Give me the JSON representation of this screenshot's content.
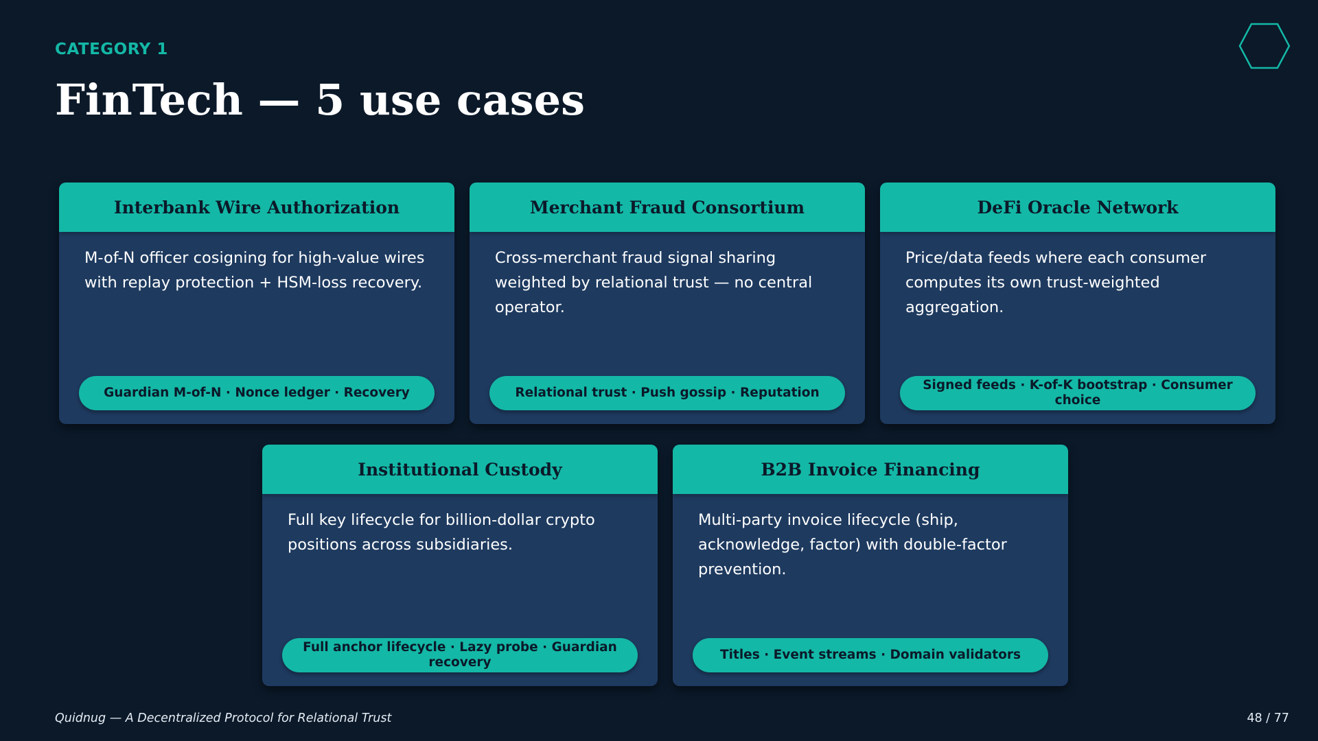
{
  "header": {
    "category": "CATEGORY 1",
    "title": "FinTech — 5 use cases"
  },
  "cards": [
    {
      "title": "Interbank Wire Authorization",
      "description": "M-of-N officer cosigning for high-value wires with replay protection + HSM-loss recovery.",
      "tags": "Guardian M-of-N  ·  Nonce ledger  ·  Recovery"
    },
    {
      "title": "Merchant Fraud Consortium",
      "description": "Cross-merchant fraud signal sharing weighted by relational trust — no central operator.",
      "tags": "Relational trust  ·  Push gossip  ·  Reputation"
    },
    {
      "title": "DeFi Oracle Network",
      "description": "Price/data feeds where each consumer computes its own trust-weighted aggregation.",
      "tags": "Signed feeds  ·  K-of-K bootstrap  ·  Consumer choice"
    },
    {
      "title": "Institutional Custody",
      "description": "Full key lifecycle for billion-dollar crypto positions across subsidiaries.",
      "tags": "Full anchor lifecycle  ·  Lazy probe  ·  Guardian recovery"
    },
    {
      "title": "B2B Invoice Financing",
      "description": "Multi-party invoice lifecycle (ship, acknowledge, factor) with double-factor prevention.",
      "tags": "Titles  ·  Event streams  ·  Domain validators"
    }
  ],
  "footer": {
    "left": "Quidnug — A Decentralized Protocol for Relational Trust",
    "right": "48 / 77"
  },
  "colors": {
    "background": "#0b1929",
    "accent": "#14b8a6",
    "card": "#1e3a5f"
  },
  "icons": {
    "top_right": "hexagon-outline-icon"
  }
}
